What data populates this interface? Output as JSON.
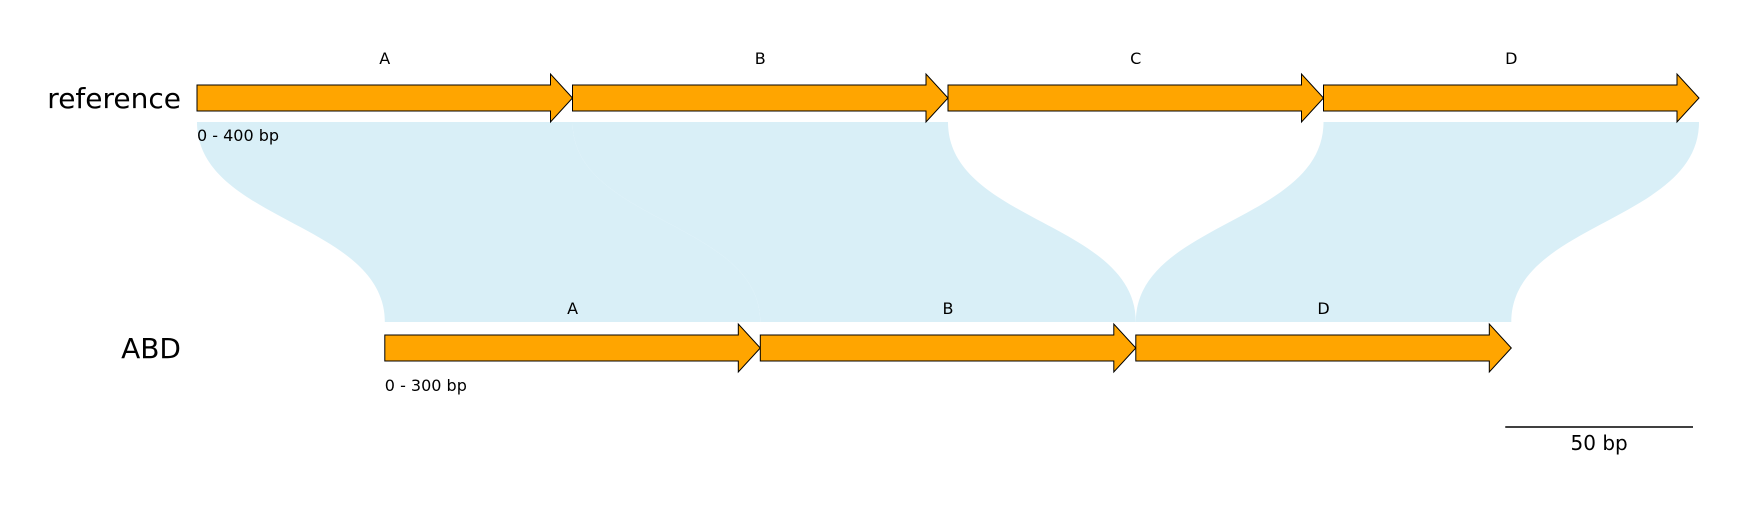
{
  "colors": {
    "gene_fill": "#FFA500",
    "link_fill": "#D9EFF7",
    "outline": "#000000"
  },
  "tracks": [
    {
      "name": "reference",
      "range_label": "0 - 400 bp",
      "genes": [
        {
          "label": "A",
          "start": 0,
          "end": 100
        },
        {
          "label": "B",
          "start": 100,
          "end": 200
        },
        {
          "label": "C",
          "start": 200,
          "end": 300
        },
        {
          "label": "D",
          "start": 300,
          "end": 400
        }
      ]
    },
    {
      "name": "ABD",
      "range_label": "0 - 300 bp",
      "genes": [
        {
          "label": "A",
          "start": 0,
          "end": 100
        },
        {
          "label": "B",
          "start": 100,
          "end": 200
        },
        {
          "label": "D",
          "start": 200,
          "end": 300
        }
      ]
    }
  ],
  "links": [
    {
      "top": [
        0,
        100
      ],
      "bottom": [
        0,
        100
      ]
    },
    {
      "top": [
        100,
        200
      ],
      "bottom": [
        100,
        200
      ]
    },
    {
      "top": [
        300,
        400
      ],
      "bottom": [
        200,
        300
      ]
    }
  ],
  "scale_bar": {
    "length_bp": 50,
    "label": "50 bp"
  }
}
